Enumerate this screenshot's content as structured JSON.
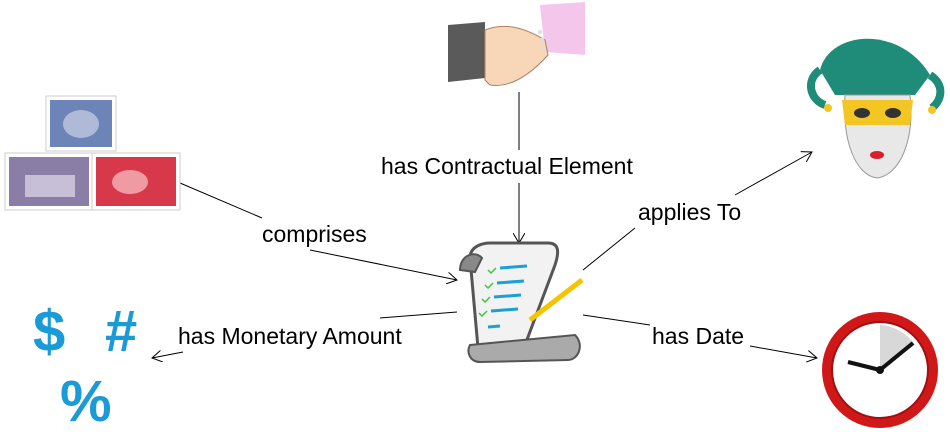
{
  "diagram": {
    "nodes": {
      "center": {
        "icon": "contract-scroll-icon"
      },
      "top": {
        "icon": "handshake-icon"
      },
      "left_top": {
        "icon": "postage-stamps-icon"
      },
      "right_top": {
        "icon": "jester-mask-icon"
      },
      "right_bottom": {
        "icon": "clock-icon"
      },
      "left_bottom": {
        "icon": "currency-symbols-icon",
        "symbols": [
          "$",
          "#",
          "%"
        ]
      }
    },
    "edges": {
      "contractual": "has Contractual Element",
      "comprises": "comprises",
      "applies": "applies To",
      "date": "has Date",
      "monetary": "has Monetary Amount"
    },
    "colors": {
      "symbol": "#1a9ad6",
      "clock_rim": "#d01818",
      "pencil": "#f5c400",
      "check": "#3ec43e",
      "line": "#1aa0d8"
    }
  }
}
